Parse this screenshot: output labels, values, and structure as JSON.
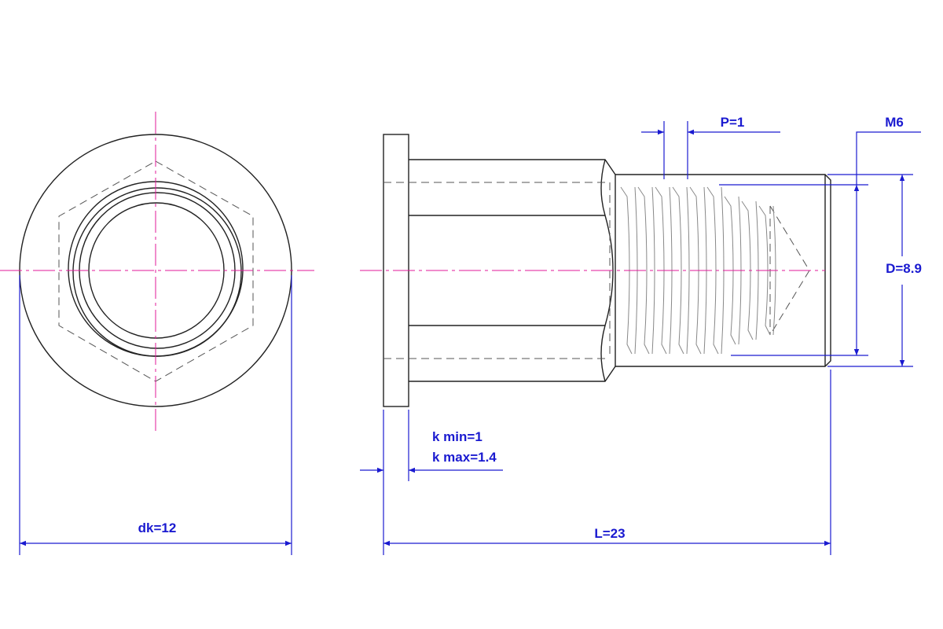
{
  "drawing": {
    "title_labels": {
      "dk": "dk=12",
      "length": "L=23",
      "k_min": "k min=1",
      "k_max": "k max=1.4",
      "pitch": "P=1",
      "thread": "M6",
      "diameter": "D=8.9"
    },
    "colors": {
      "dimension": "#1a1ad0",
      "centerline": "#e0189a",
      "outline": "#222222"
    }
  }
}
